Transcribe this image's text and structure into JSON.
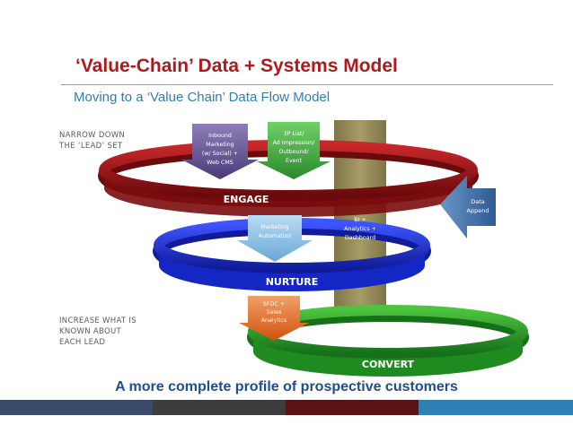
{
  "title": "‘Value-Chain’ Data + Systems Model",
  "subtitle": "Moving to a ‘Value Chain’ Data Flow Model",
  "notes": {
    "top": [
      "NARROW DOWN",
      "THE ‘LEAD’ SET"
    ],
    "bottom": [
      "INCREASE WHAT IS",
      "KNOWN ABOUT",
      "EACH LEAD"
    ]
  },
  "rings": {
    "engage": "ENGAGE",
    "nurture": "NURTURE",
    "convert": "CONVERT"
  },
  "arrows": {
    "inbound": [
      "Inbound",
      "Marketing",
      "(w/ Social) +",
      "Web CMS"
    ],
    "list": [
      "3P List/",
      "Ad Impression/",
      "Outbound/",
      "Event"
    ],
    "marketing_automation": [
      "Marketing",
      "Automation"
    ],
    "sfdc": [
      "SFDC  +",
      "Sales",
      "Analytics"
    ],
    "data_append": [
      "Data",
      "Append"
    ]
  },
  "bi_bar": [
    "BI +",
    "Analytics +",
    "Dashboard"
  ],
  "footer": "A more complete profile of prospective customers",
  "colors": {
    "title": "#b0191b",
    "subtitle": "#2f7fb3",
    "engage_ring": "#8e1012",
    "nurture_ring": "#1a2fd6",
    "convert_ring": "#2a9a22",
    "bi_bar": "#948a54",
    "inbound_arrow": "#5f4b8b",
    "list_arrow": "#3a9b3a",
    "automation_arrow": "#8fc1e3",
    "sfdc_arrow": "#e26b1f",
    "append_arrow": "#3f6fa6",
    "footer_segments": [
      "#3a4a6b",
      "#3d3d3d",
      "#5a1414",
      "#2e7fb3"
    ]
  }
}
